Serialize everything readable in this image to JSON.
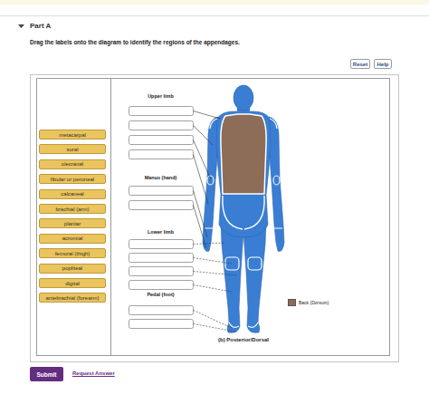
{
  "diagram": {
    "title": "Part A",
    "caption": "(b) Posterior/Dorsal",
    "nodes": [
      {
        "text": [
          "Reset"
        ]
      },
      {
        "text": [
          "Help"
        ]
      },
      {
        "text": [
          "metacarpal"
        ]
      },
      {
        "text": [
          "sural"
        ]
      },
      {
        "text": [
          "olecranal"
        ]
      },
      {
        "text": [
          "fibular or peroneal"
        ]
      },
      {
        "text": [
          "calcaneal"
        ]
      },
      {
        "text": [
          "brachial (arm)"
        ]
      },
      {
        "text": [
          "plantar"
        ]
      },
      {
        "text": [
          "acromial"
        ]
      },
      {
        "text": [
          "femoral (thigh)"
        ]
      },
      {
        "text": [
          "popliteal"
        ]
      },
      {
        "text": [
          "digital"
        ]
      },
      {
        "text": [
          "antebrachial (forearm)"
        ]
      },
      {
        "text": [
          "Submit"
        ]
      }
    ],
    "labels": [
      "Drag the labels onto the diagram to identify the regions of the appendages.",
      "Upper limb",
      "Manus (hand)",
      "Lower limb",
      "Pedal (foot)",
      "Request Answer"
    ],
    "legend": [
      {
        "text": "Back (Dorsum)",
        "color": "#8d6c58"
      }
    ]
  }
}
